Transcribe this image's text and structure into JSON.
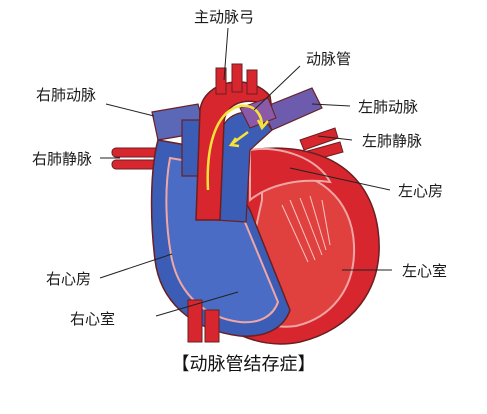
{
  "labels": {
    "aortic_arch": "主动脉弓",
    "ductus": "动脉管",
    "right_pulmonary_artery": "右肺动脉",
    "left_pulmonary_artery": "左肺动脉",
    "left_pulmonary_vein": "左肺静脉",
    "right_pulmonary_vein": "右肺静脉",
    "left_atrium": "左心房",
    "right_atrium": "右心房",
    "left_ventricle": "左心室",
    "right_ventricle": "右心室"
  },
  "caption": "【动脉管结存症】",
  "colors": {
    "oxygenated": "#d8262e",
    "deoxygenated": "#3b5db5",
    "mixed": "#7a5aa8",
    "outline": "#6a1f22",
    "flow_arrow": "#f7e23a",
    "leader_line": "#222222"
  }
}
